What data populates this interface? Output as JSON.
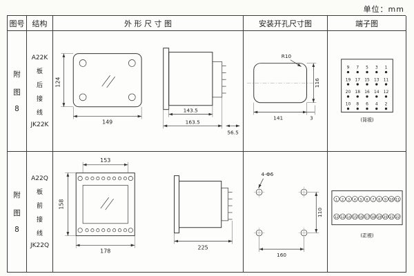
{
  "unit_label": "单位：mm",
  "header": {
    "fig_no": "图号",
    "structure": "结构",
    "outline": "外 形 尺 寸 图",
    "mounting": "安装开孔尺寸图",
    "terminal": "端子图"
  },
  "rows": [
    {
      "fig_no": [
        "附",
        "图",
        "8"
      ],
      "structure": [
        "A22K",
        "板",
        "后",
        "接",
        "线",
        "JK22K"
      ],
      "outline": {
        "h": "124",
        "w": "149",
        "d1": "143.5",
        "d2": "163.5",
        "d3": "56.5"
      },
      "mounting": {
        "r": "R10",
        "h": "116",
        "w": "141",
        "t": "3"
      },
      "terminal": {
        "nums": [
          [
            "9",
            "7",
            "5",
            "3",
            "1"
          ],
          [
            "19",
            "17",
            "15",
            "13",
            "11"
          ],
          [
            "20",
            "18",
            "16",
            "14",
            "12"
          ],
          [
            "10",
            "8",
            "6",
            "4",
            "2"
          ]
        ],
        "caption": "(背视)"
      }
    },
    {
      "fig_no": [
        "附",
        "图",
        "8"
      ],
      "structure": [
        "A22Q",
        "板",
        "前",
        "接",
        "线",
        "JK22Q"
      ],
      "outline": {
        "top": "153",
        "h": "158",
        "w": "178",
        "side": "225"
      },
      "mounting": {
        "label": "4-Φ6",
        "h": "110",
        "w": "160"
      },
      "terminal": {
        "top": [
          "1",
          "2",
          "3",
          "4",
          "5",
          "6",
          "7",
          "8",
          "9",
          "10",
          "11"
        ],
        "bottom": [
          "12",
          "13",
          "14",
          "15",
          "16",
          "17",
          "18",
          "19",
          "20",
          "21",
          "22"
        ],
        "caption": "(正视)"
      }
    }
  ]
}
